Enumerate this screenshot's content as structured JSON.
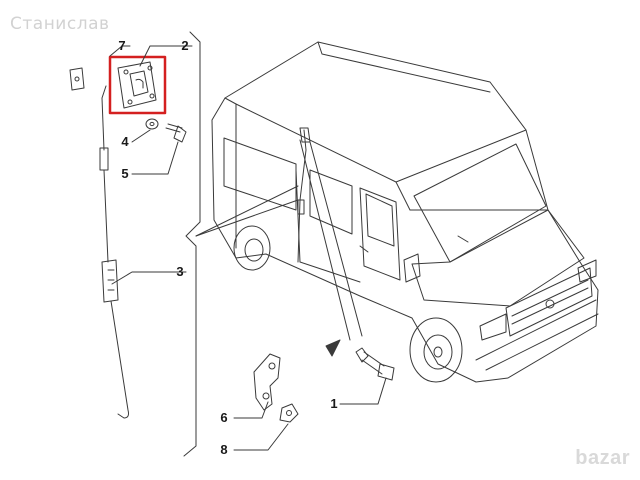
{
  "watermark": {
    "text": "Станислав"
  },
  "logo": {
    "text": "bazar"
  },
  "callouts": {
    "c1": "1",
    "c2": "2",
    "c3": "3",
    "c4": "4",
    "c5": "5",
    "c6": "6",
    "c7": "7",
    "c8": "8"
  },
  "colors": {
    "line": "#3a3a3a",
    "highlight": "#d42020",
    "watermark": "#d2d2d2"
  }
}
